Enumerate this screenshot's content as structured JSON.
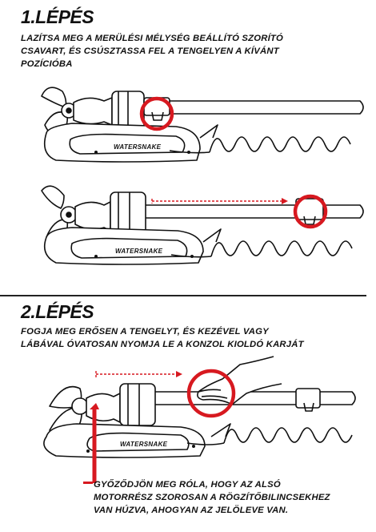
{
  "step1": {
    "title": "1.LÉPÉS",
    "lines": [
      "LAZÍTSA MEG A MERÜLÉSI MÉLYSÉG BEÁLLÍTÓ SZORÍTÓ",
      "CSAVART, ÉS CSÚSZTASSA FEL A TENGELYEN A KÍVÁNT",
      "POZÍCIÓBA"
    ]
  },
  "step2": {
    "title": "2.LÉPÉS",
    "lines": [
      "FOGJA MEG ERŐSEN A TENGELYT, ÉS KEZÉVEL VAGY",
      "LÁBÁVAL ÓVATOSAN NYOMJA LE A KONZOL KIOLDÓ KARJÁT"
    ]
  },
  "note": {
    "lines": [
      "GYŐZŐDJÖN MEG RÓLA, HOGY AZ ALSÓ",
      "MOTORRÉSZ SZOROSAN A RÖGZÍTŐBILINCSEKHEZ",
      "VAN HÚZVA, AHOGYAN AZ JELÖLEVE VAN."
    ]
  },
  "brand": "WATERSNAKE",
  "colors": {
    "highlight": "#d71920",
    "ink": "#111111"
  }
}
